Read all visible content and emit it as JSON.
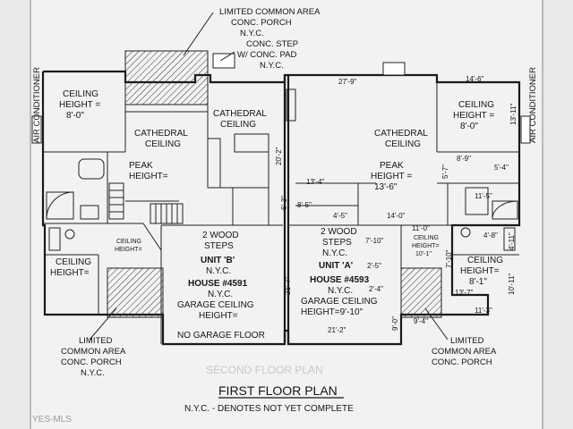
{
  "sheet": {
    "title": "FIRST FLOOR PLAN",
    "legend": "N.Y.C. - DENOTES NOT YET COMPLETE",
    "watermark": "YES-MLS",
    "faded_text": "SECOND FLOOR PLAN"
  },
  "callouts": {
    "porch_top_1": "LIMITED COMMON AREA",
    "porch_top_2": "CONC. PORCH",
    "porch_top_3": "N.Y.C.",
    "step_1": "CONC. STEP",
    "step_2": "W/ CONC. PAD",
    "step_3": "N.Y.C.",
    "ac_left": "AIR CONDITIONER",
    "ac_right": "AIR CONDITIONER",
    "porch_left_1": "LIMITED",
    "porch_left_2": "COMMON AREA",
    "porch_left_3": "CONC. PORCH",
    "porch_left_4": "N.Y.C.",
    "porch_right_1": "LIMITED",
    "porch_right_2": "COMMON AREA",
    "porch_right_3": "CONC. PORCH"
  },
  "rooms": {
    "b_ceiling_1": "CEILING",
    "b_ceiling_2": "HEIGHT =",
    "b_ceiling_3": "8'-0\"",
    "b_cathedral_1": "CATHEDRAL",
    "b_cathedral_2": "CEILING",
    "b_cathedral2_1": "CATHEDRAL",
    "b_cathedral2_2": "CEILING",
    "b_peak_1": "PEAK",
    "b_peak_2": "HEIGHT=",
    "b_small_ceiling_1": "CEILING",
    "b_small_ceiling_2": "HEIGHT=",
    "b_lower_ceiling_1": "CEILING",
    "b_lower_ceiling_2": "HEIGHT=",
    "a_cathedral_1": "CATHEDRAL",
    "a_cathedral_2": "CEILING",
    "a_peak_1": "PEAK",
    "a_peak_2": "HEIGHT =",
    "a_peak_3": "13'-6\"",
    "a_ceiling_1": "CEILING",
    "a_ceiling_2": "HEIGHT =",
    "a_ceiling_3": "8'-0\"",
    "a_small_ceiling_1": "CEILING",
    "a_small_ceiling_2": "HEIGHT=",
    "a_small_ceiling_3": "10'-1\"",
    "a_lower_ceiling_1": "CEILING",
    "a_lower_ceiling_2": "HEIGHT=",
    "a_lower_ceiling_3": "8'-1\""
  },
  "units": {
    "b_steps_1": "2 WOOD",
    "b_steps_2": "STEPS",
    "b_unit": "UNIT 'B'",
    "b_nyc": "N.Y.C.",
    "b_house": "HOUSE #4591",
    "b_house_nyc": "N.Y.C.",
    "b_garage_1": "GARAGE CEILING",
    "b_garage_2": "HEIGHT=",
    "b_floor": "NO GARAGE FLOOR",
    "a_steps_1": "2 WOOD",
    "a_steps_2": "STEPS",
    "a_nyc": "N.Y.C.",
    "a_unit": "UNIT 'A'",
    "a_house": "HOUSE #4593",
    "a_house_nyc": "N.Y.C.",
    "a_garage_1": "GARAGE CEILING",
    "a_garage_2": "HEIGHT=9'-10\""
  },
  "dims": {
    "d_27_9": "27'-9\"",
    "d_14_6": "14'-6\"",
    "d_13_11": "13'-11\"",
    "d_8_9": "8'-9\"",
    "d_5_7": "5'-7\"",
    "d_5_4": "5'-4\"",
    "d_11_5": "11'-5\"",
    "d_13_4": "13'-4\"",
    "d_8_5": "8'-5\"",
    "d_4_5": "4'-5\"",
    "d_14_0": "14'-0\"",
    "d_11_0": "11'-0\"",
    "d_7_10a": "7'-10\"",
    "d_2_5": "2'-5\"",
    "d_2_4": "2'-4\"",
    "d_7_10b": "7'-10\"",
    "d_21_7": "21'-7\"",
    "d_21_2": "21'-2\"",
    "d_9_0": "9'-0\"",
    "d_9_4": "9'-4\"",
    "d_13_7": "13'-7\"",
    "d_11_3": "11'-3\"",
    "d_10_11": "10'-11\"",
    "d_4_8": "4'-8\"",
    "d_4_11": "4'-11\"",
    "d_20_2": "20'-2\"",
    "d_6_3": "6'-3\""
  }
}
